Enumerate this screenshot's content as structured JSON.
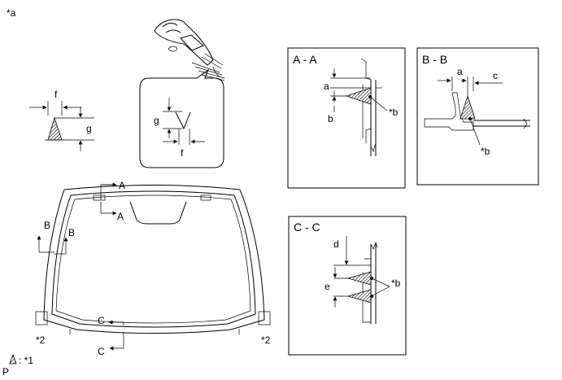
{
  "figure_id": "*a",
  "footer_code": "P",
  "legend": {
    "symbol_text": ": *1"
  },
  "detail_f_g": {
    "label_f": "f",
    "label_g": "g"
  },
  "callout": {
    "label_g": "g",
    "label_f": "f"
  },
  "windshield": {
    "section_a": "A",
    "section_b": "B",
    "section_c": "C",
    "corner_left": "*2",
    "corner_right": "*2"
  },
  "panel_aa": {
    "title": "A - A",
    "label_a": "a",
    "label_b": "b",
    "label_star_b": "*b"
  },
  "panel_bb": {
    "title": "B - B",
    "label_a": "a",
    "label_c": "c",
    "label_star_b": "*b"
  },
  "panel_cc": {
    "title": "C - C",
    "label_d": "d",
    "label_e": "e",
    "label_star_b": "*b"
  }
}
